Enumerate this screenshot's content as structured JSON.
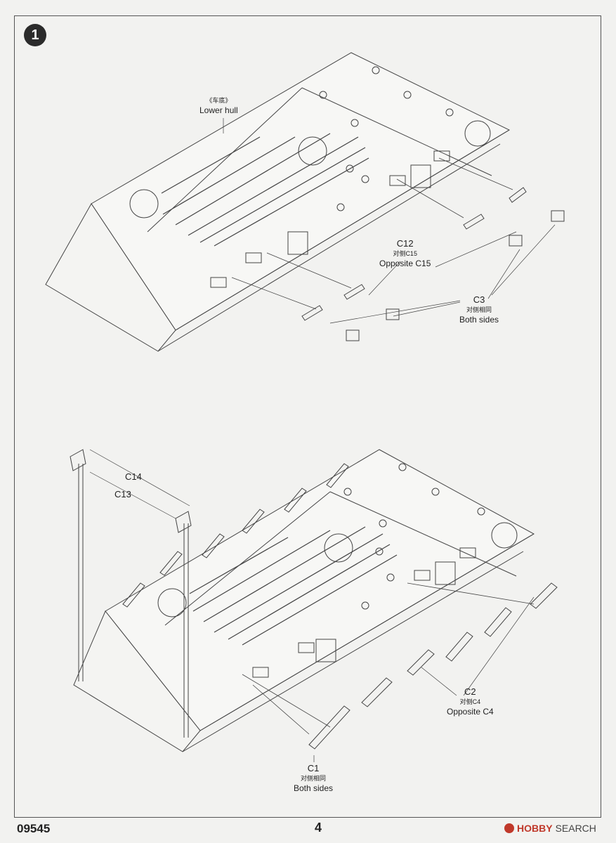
{
  "step": {
    "number": "1"
  },
  "labels": {
    "lower_hull": {
      "cn": "《车底》",
      "en": "Lower hull"
    },
    "c12": {
      "code": "C12",
      "cn": "对侧C15",
      "en": "Opposite C15"
    },
    "c3": {
      "code": "C3",
      "cn": "对侧相同",
      "en": "Both sides"
    },
    "c14": {
      "code": "C14"
    },
    "c13": {
      "code": "C13"
    },
    "c2": {
      "code": "C2",
      "cn": "对侧C4",
      "en": "Opposite C4"
    },
    "c1": {
      "code": "C1",
      "cn": "对侧相同",
      "en": "Both sides"
    }
  },
  "footer": {
    "product_code": "09545",
    "page_number": "4"
  },
  "watermark": {
    "text_prefix": "HOBBY",
    "text_suffix": "SEARCH"
  }
}
